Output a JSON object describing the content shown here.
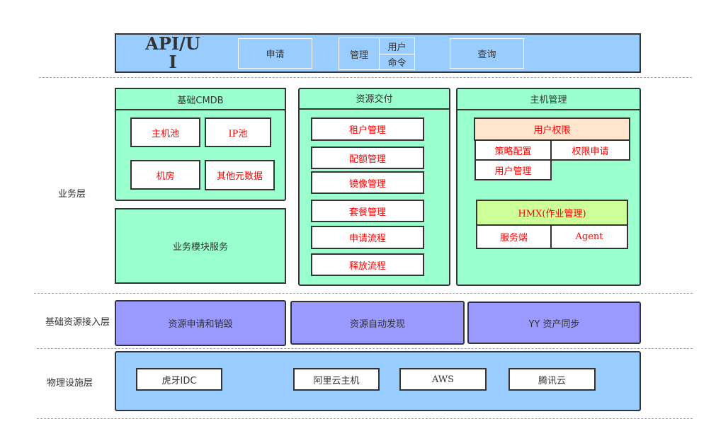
{
  "layers": {
    "business": "业务层",
    "resource_access": "基础资源接入层",
    "physical": "物理设施层"
  },
  "api": {
    "title": "API/UI",
    "apply": "申请",
    "manage": "管理",
    "user": "用户",
    "command": "命令",
    "query": "查询"
  },
  "cmdb": {
    "title": "基础CMDB",
    "host_pool": "主机池",
    "ip_pool": "IP池",
    "datacenter": "机房",
    "other_meta": "其他元数据",
    "service": "业务模块服务"
  },
  "delivery": {
    "title": "资源交付",
    "items": [
      "租户管理",
      "配额管理",
      "镜像管理",
      "套餐管理",
      "申请流程",
      "释放流程"
    ]
  },
  "host_mgmt": {
    "title": "主机管理",
    "user_perm": "用户权限",
    "policy_config": "策略配置",
    "perm_apply": "权限申请",
    "user_mgmt": "用户管理",
    "hmx": "HMX(作业管理)",
    "server": "服务端",
    "agent": "Agent"
  },
  "access": {
    "apply_destroy": "资源申请和销毁",
    "auto_discover": "资源自动发现",
    "yy_sync": "YY 资产同步"
  },
  "physical": {
    "items": [
      "虎牙IDC",
      "阿里云主机",
      "AWS",
      "腾讯云"
    ]
  },
  "colors": {
    "api_bar": "#99ccff",
    "module_green": "#99ffcc",
    "access_purple": "#9999ff",
    "physical_blue": "#99ccff",
    "highlight_red": "#ff0000",
    "perm_header": "#ffe6cc",
    "hmx_header": "#ccff99"
  }
}
